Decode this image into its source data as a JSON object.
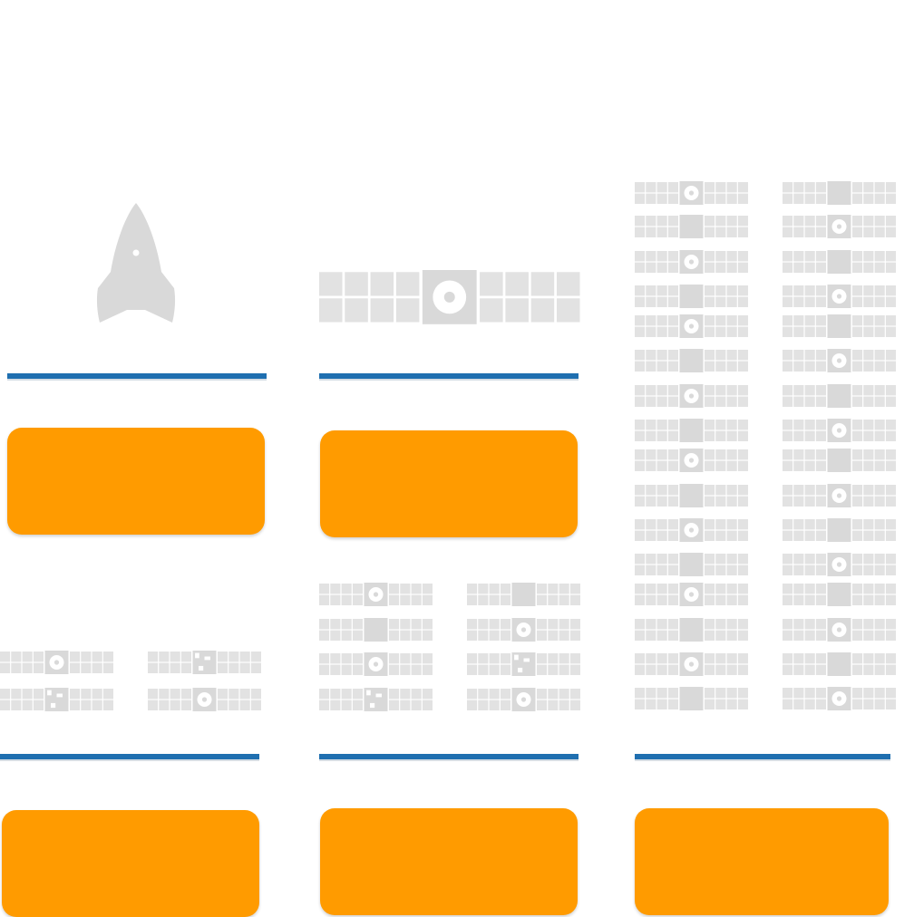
{
  "colors": {
    "icon_gray": "#d9d9d9",
    "icon_gray_light": "#e2e2e2",
    "hole_white": "#ffffff",
    "divider_blue": "#1f6fb0",
    "card_orange": "#ff9b00"
  },
  "icons": {
    "rocket": "rocket-icon",
    "satellite": "satellite-icon",
    "broken_satellite": "damaged-satellite-icon"
  },
  "panels": [
    {
      "id": "panel-1",
      "content": "rocket",
      "constellation": {
        "rows": 0,
        "cols": 0
      }
    },
    {
      "id": "panel-2",
      "content": "single-satellite",
      "constellation": {
        "rows": 1,
        "cols": 1
      }
    },
    {
      "id": "panel-3",
      "content": "large-constellation",
      "constellation": {
        "rows": 16,
        "cols": 2
      }
    },
    {
      "id": "panel-4",
      "content": "small-constellation",
      "constellation": {
        "rows": 2,
        "cols": 2
      }
    },
    {
      "id": "panel-5",
      "content": "medium-constellation",
      "constellation": {
        "rows": 4,
        "cols": 2
      }
    },
    {
      "id": "panel-6",
      "content": "none",
      "constellation": {
        "rows": 0,
        "cols": 0
      }
    }
  ]
}
